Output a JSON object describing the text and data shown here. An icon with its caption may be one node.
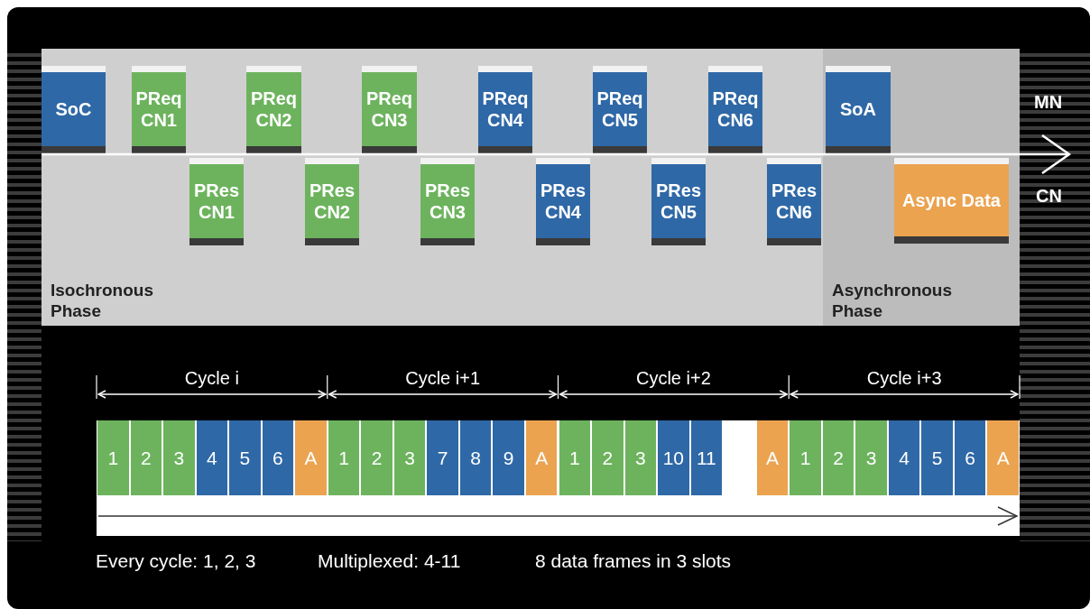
{
  "diagram": {
    "nodes": [
      {
        "text": [
          "Isochronous Phase"
        ]
      },
      {
        "text": [
          "Asynchronous Phase"
        ]
      },
      {
        "text": [
          "SoC"
        ],
        "in": 0
      },
      {
        "text": [
          "PReq CN1"
        ],
        "in": 0
      },
      {
        "text": [
          "PRes CN1"
        ],
        "in": 0
      },
      {
        "text": [
          "PReq CN2"
        ],
        "in": 0
      },
      {
        "text": [
          "PRes CN2"
        ],
        "in": 0
      },
      {
        "text": [
          "PReq CN3"
        ],
        "in": 0
      },
      {
        "text": [
          "PRes CN3"
        ],
        "in": 0
      },
      {
        "text": [
          "PReq CN4"
        ],
        "in": 0
      },
      {
        "text": [
          "PRes CN4"
        ],
        "in": 0
      },
      {
        "text": [
          "PReq CN5"
        ],
        "in": 0
      },
      {
        "text": [
          "PRes CN5"
        ],
        "in": 0
      },
      {
        "text": [
          "PReq CN6"
        ],
        "in": 0
      },
      {
        "text": [
          "PRes CN6"
        ],
        "in": 0
      },
      {
        "text": [
          "SoA"
        ],
        "in": 1
      },
      {
        "text": [
          "Async Data"
        ],
        "in": 1
      },
      {
        "text": [
          "1"
        ]
      },
      {
        "text": [
          "2"
        ]
      },
      {
        "text": [
          "3"
        ]
      },
      {
        "text": [
          "4"
        ]
      },
      {
        "text": [
          "5"
        ]
      },
      {
        "text": [
          "6"
        ]
      },
      {
        "text": [
          "A"
        ]
      },
      {
        "text": [
          "1"
        ]
      },
      {
        "text": [
          "2"
        ]
      },
      {
        "text": [
          "3"
        ]
      },
      {
        "text": [
          "7"
        ]
      },
      {
        "text": [
          "8"
        ]
      },
      {
        "text": [
          "9"
        ]
      },
      {
        "text": [
          "A"
        ]
      },
      {
        "text": [
          "1"
        ]
      },
      {
        "text": [
          "2"
        ]
      },
      {
        "text": [
          "3"
        ]
      },
      {
        "text": [
          "10"
        ]
      },
      {
        "text": [
          "11"
        ]
      },
      {
        "text": [
          "A"
        ]
      },
      {
        "text": [
          "1"
        ]
      },
      {
        "text": [
          "2"
        ]
      },
      {
        "text": [
          "3"
        ]
      },
      {
        "text": [
          "4"
        ]
      },
      {
        "text": [
          "5"
        ]
      },
      {
        "text": [
          "6"
        ]
      },
      {
        "text": [
          "A"
        ]
      }
    ],
    "edges": [],
    "labels": [
      "MN",
      "CN",
      "Cycle i",
      "Cycle i+1",
      "Cycle i+2",
      "Cycle i+3",
      "Every cycle: 1, 2, 3",
      "Multiplexed: 4-11",
      "8 data frames in 3 slots"
    ]
  }
}
